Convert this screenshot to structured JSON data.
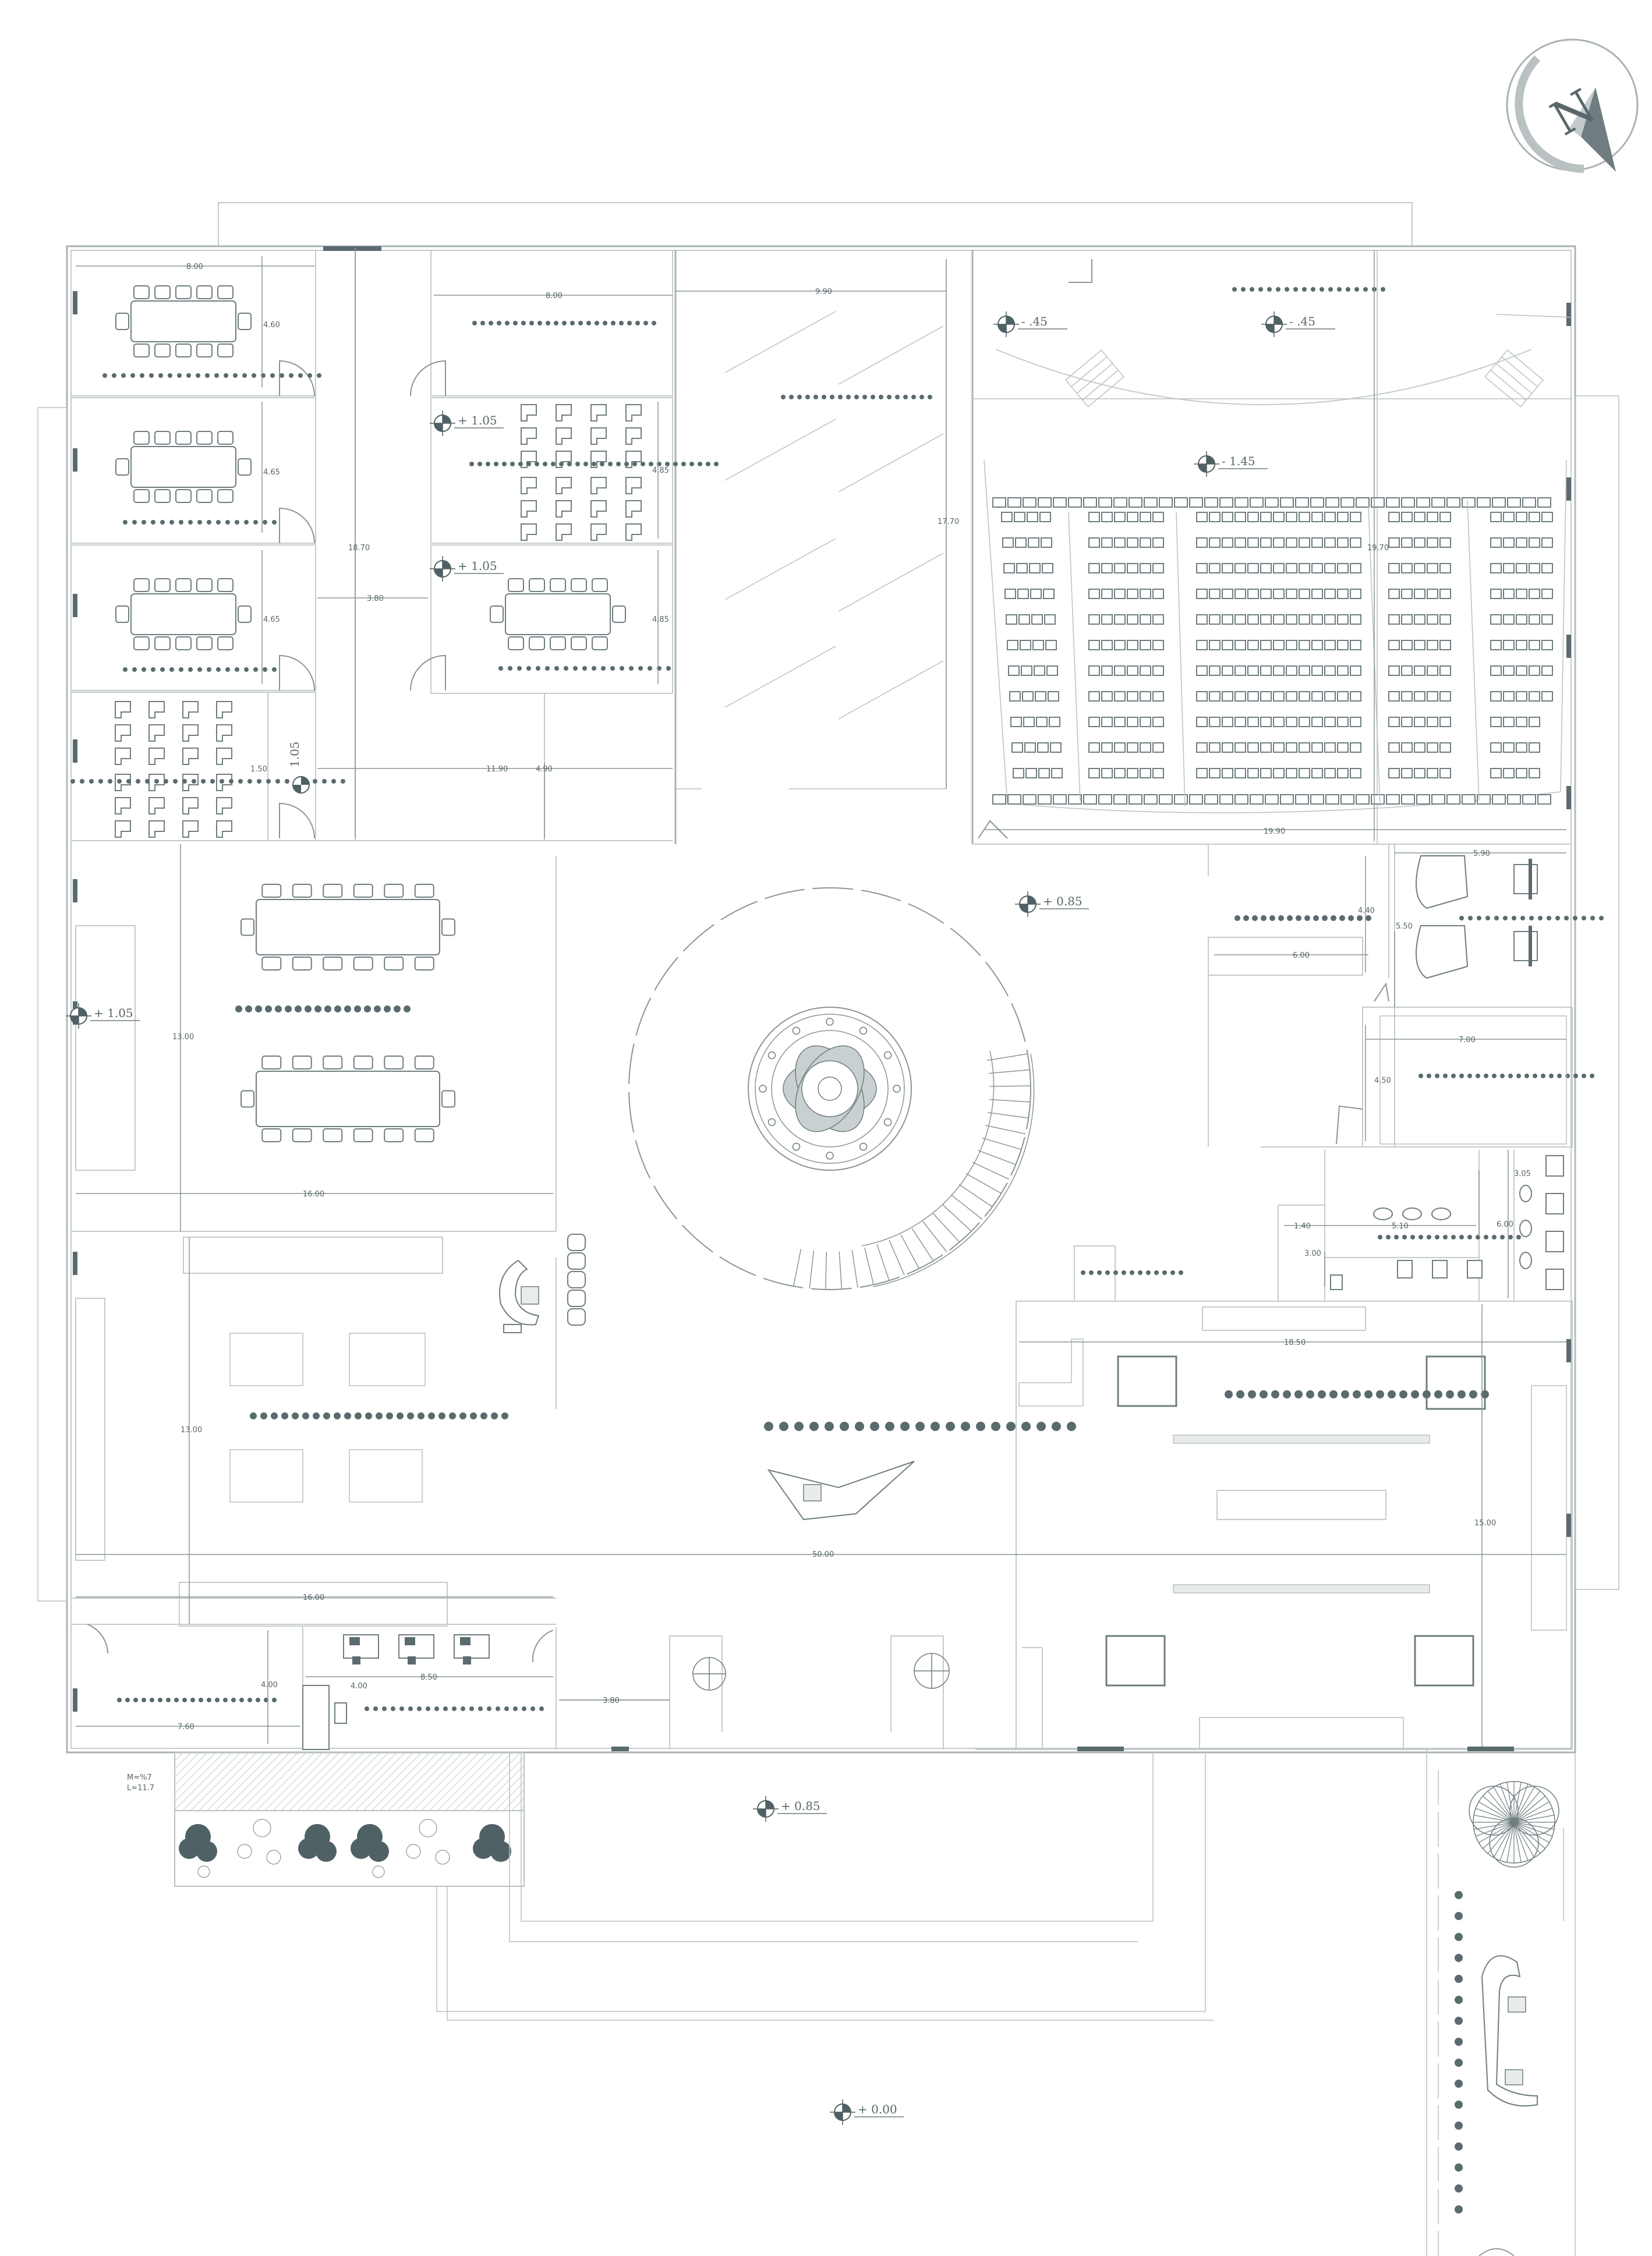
{
  "levels": {
    "gallery": "- .45",
    "stage": "- .45",
    "auditorium": "- 1.45",
    "class_upper": "+ 1.05",
    "meeting_mid": "+ 1.05",
    "west_hall": "+ 1.05",
    "stair_mark": "1.05",
    "lobby": "+ 0.85",
    "entrance": "+ 0.85",
    "site": "+ 0.00"
  },
  "dimensions": {
    "room1_width": "8.00",
    "room1_height": "4.60",
    "room2_height": "4.65",
    "room3_height": "4.85",
    "corridor_height": "18.70",
    "corridor_width": "3.80",
    "class_width": "8.00",
    "class_height": "4.85",
    "meeting_height": "4.85",
    "atrium_width": "9.90",
    "atrium_height": "17.70",
    "aud_side": "19.70",
    "aud_width": "19.90",
    "span_1190": "11.90",
    "span_490": "4.90",
    "stair_side": "1.50",
    "west_height": "13.00",
    "west_width": "16.00",
    "lower_height": "13.00",
    "overall_width": "50.00",
    "bottom_width": "16.00",
    "office_height": "4.00",
    "office_width": "7.60",
    "office2_height": "4.00",
    "office2_width": "8.50",
    "lobby_span": "3.80",
    "hall_width": "18.50",
    "hall_height": "15.00",
    "studio_w": "5.90",
    "studio_h": "5.50",
    "studio_room_h": "4.40",
    "studio_room_w": "6.00",
    "studio2_w": "7.00",
    "studio2_h": "4.50",
    "wc_w1": "1.40",
    "wc_w2": "5.10",
    "wc_h1": "3.00",
    "wc_h2": "3.05",
    "wc_h3": "6.00"
  },
  "ramp": {
    "slope": "M=%7",
    "length": "L=11.7"
  },
  "north": {
    "letter": "N"
  },
  "colors": {
    "line": "#a9b3b5",
    "furniture": "#6f7d80",
    "dots": "#5a6b6e"
  }
}
